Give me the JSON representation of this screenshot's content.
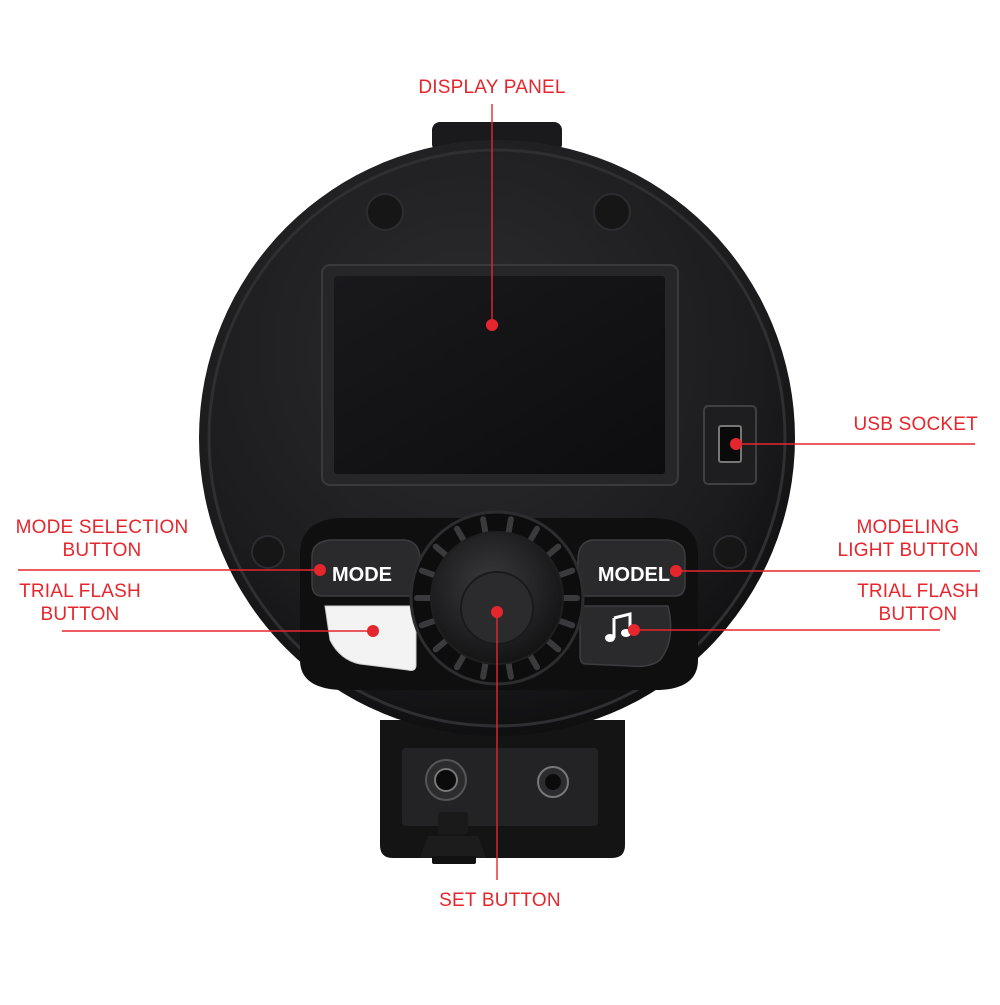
{
  "labels": {
    "display_panel": "DISPLAY PANEL",
    "usb_socket": "USB SOCKET",
    "mode_selection_line1": "MODE SELECTION",
    "mode_selection_line2": "BUTTON",
    "trial_flash_left_line1": "TRIAL FLASH",
    "trial_flash_left_line2": "BUTTON",
    "modeling_light_line1": "MODELING",
    "modeling_light_line2": "LIGHT BUTTON",
    "trial_flash_right_line1": "TRIAL FLASH",
    "trial_flash_right_line2": "BUTTON",
    "set_button": "SET BUTTON"
  },
  "device": {
    "mode_button_text": "MODE",
    "model_button_text": "MODEL",
    "trial_flash_right_icon": "music-note-icon"
  },
  "colors": {
    "annotation": "#e5262d",
    "body": "#1b1b1d",
    "screen": "#111113"
  }
}
